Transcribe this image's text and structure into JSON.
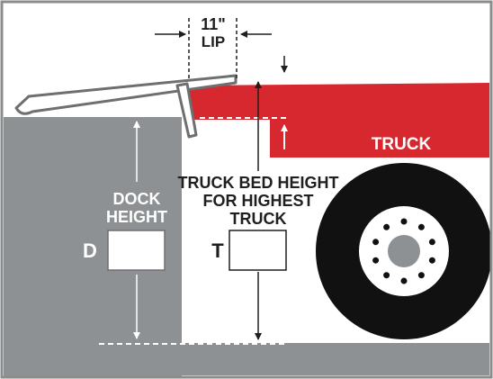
{
  "colors": {
    "background": "#ffffff",
    "frame": "#8a8c8e",
    "dock": "#8e9194",
    "ground": "#8e9194",
    "truck_body": "#d7282f",
    "tire": "#111111",
    "hub": "#8e9194",
    "leveler_outline": "#6d6f71",
    "dimension_line": "#1f1f1f",
    "guide_line": "#ffffff",
    "label_box_fill": "#ffffff"
  },
  "labels": {
    "lip_size": "11\"",
    "lip": "LIP",
    "truck": "TRUCK",
    "truck_bed_line1": "TRUCK BED HEIGHT",
    "truck_bed_line2": "FOR HIGHEST",
    "truck_bed_line3": "TRUCK",
    "dock_line1": "DOCK",
    "dock_line2": "HEIGHT",
    "dock_letter": "D",
    "truck_letter": "T"
  },
  "icons": {
    "arrow": "arrow-icon",
    "wheel": "wheel-icon"
  }
}
